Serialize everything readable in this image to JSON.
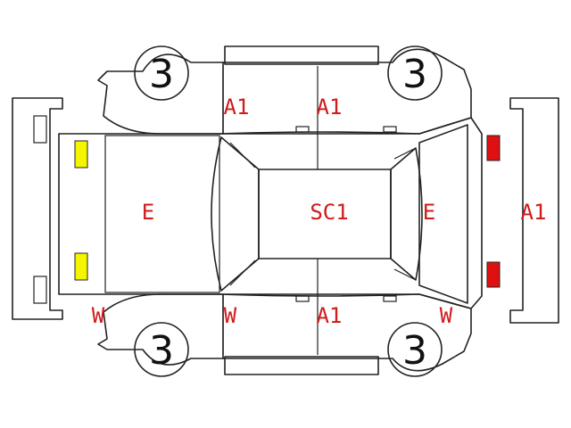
{
  "diagram": {
    "colors": {
      "line": "#222222",
      "code_text": "#d11a1a",
      "yellow_lamp": "#f5f500",
      "red_lamp": "#e01010"
    },
    "tires": {
      "front_left": "3",
      "front_right": "3",
      "rear_left": "3",
      "rear_right": "3"
    },
    "codes": {
      "upper_front_door": "A1",
      "upper_rear_door": "A1",
      "front_hood": "E",
      "roof": "SC1",
      "rear_trunk": "E",
      "rear_bumper": "A1",
      "front_left_corner": "W",
      "front_lower_pillar": "W",
      "lower_rear_door": "A1",
      "rear_lower_corner": "W"
    }
  }
}
